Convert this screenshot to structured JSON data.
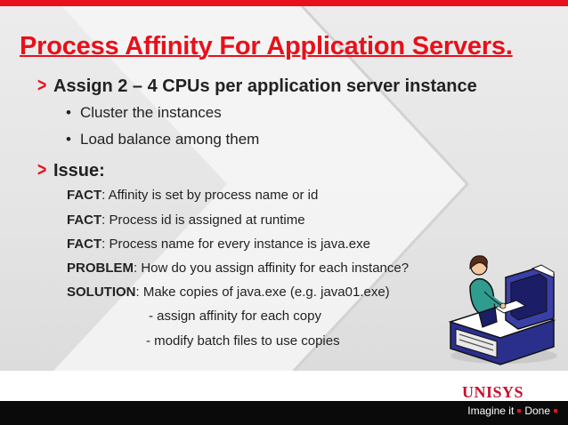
{
  "slide": {
    "title": "Process Affinity For Application Servers.",
    "bullets": [
      {
        "marker": ">",
        "text": "Assign 2 – 4 CPUs per application server instance"
      },
      {
        "marker": ">",
        "text": "Issue:"
      }
    ],
    "sub_bullets": [
      {
        "marker": "•",
        "text": "Cluster the instances"
      },
      {
        "marker": "•",
        "text": "Load balance among them"
      }
    ],
    "issue_lines": [
      {
        "label": "FACT",
        "text": ":  Affinity is set by process name or id"
      },
      {
        "label": "FACT",
        "text": ":  Process id is assigned at runtime"
      },
      {
        "label": "FACT",
        "text": ":  Process name for every instance is java.exe"
      },
      {
        "label": "PROBLEM",
        "text": ":  How do you assign affinity for each instance?"
      },
      {
        "label": "SOLUTION",
        "text": ":  Make copies of java.exe (e.g. java01.exe)"
      }
    ],
    "continuation": [
      "- assign affinity for each copy",
      "- modify batch files to use copies"
    ]
  },
  "footer": {
    "brand": "UNISYS",
    "tagline_part1": "Imagine it",
    "tagline_part2": "Done"
  },
  "icons": [
    "chevron-arrow-icon",
    "office-worker-computer-clipart"
  ],
  "colors": {
    "accent": "#e8101a",
    "text": "#222222",
    "bar": "#0a0a0a"
  }
}
